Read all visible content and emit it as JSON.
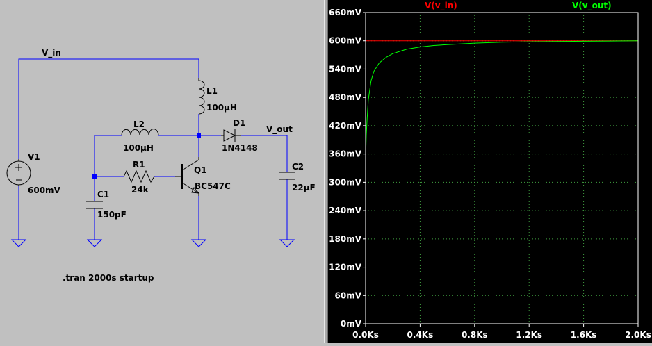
{
  "schematic": {
    "net_vin": "V_in",
    "net_vout": "V_out",
    "V1": {
      "name": "V1",
      "value": "600mV"
    },
    "L1": {
      "name": "L1",
      "value": "100µH"
    },
    "L2": {
      "name": "L2",
      "value": "100µH"
    },
    "R1": {
      "name": "R1",
      "value": "24k"
    },
    "C1": {
      "name": "C1",
      "value": "150pF"
    },
    "C2": {
      "name": "C2",
      "value": "22µF"
    },
    "D1": {
      "name": "D1",
      "value": "1N4148"
    },
    "Q1": {
      "name": "Q1",
      "value": "BC547C"
    },
    "directive": ".tran 2000s startup",
    "colors": {
      "wire": "#0000ff",
      "component": "#000000",
      "background": "#c0c0c0",
      "junction": "#0000ff"
    }
  },
  "waveform": {
    "background": "#000000",
    "axis_color": "#ffffff",
    "grid_color": "#40a040"
  },
  "chart_data": {
    "type": "line",
    "x_unit": "s",
    "y_unit": "V",
    "xlim": [
      0,
      2000
    ],
    "ylim": [
      0,
      0.66
    ],
    "x_ticks": [
      0,
      400,
      800,
      1200,
      1600,
      2000
    ],
    "x_tick_labels": [
      "0.0Ks",
      "0.4Ks",
      "0.8Ks",
      "1.2Ks",
      "1.6Ks",
      "2.0Ks"
    ],
    "y_ticks": [
      0,
      0.06,
      0.12,
      0.18,
      0.24,
      0.3,
      0.36,
      0.42,
      0.48,
      0.54,
      0.6,
      0.66
    ],
    "y_tick_labels": [
      "0mV",
      "60mV",
      "120mV",
      "180mV",
      "240mV",
      "300mV",
      "360mV",
      "420mV",
      "480mV",
      "540mV",
      "600mV",
      "660mV"
    ],
    "grid": true,
    "series": [
      {
        "name": "V(v_in)",
        "color": "#ff0000",
        "x": [
          0,
          0.1,
          5,
          2000
        ],
        "y": [
          0,
          0.6,
          0.6,
          0.6
        ]
      },
      {
        "name": "V(v_out)",
        "color": "#00ff00",
        "x": [
          0,
          1,
          5,
          10,
          20,
          40,
          60,
          100,
          150,
          200,
          300,
          400,
          500,
          600,
          800,
          1000,
          1200,
          1400,
          1600,
          1800,
          2000
        ],
        "y": [
          0,
          0.36,
          0.4,
          0.43,
          0.475,
          0.515,
          0.535,
          0.553,
          0.565,
          0.573,
          0.582,
          0.587,
          0.59,
          0.592,
          0.595,
          0.597,
          0.598,
          0.5985,
          0.599,
          0.5995,
          0.6
        ]
      }
    ]
  }
}
